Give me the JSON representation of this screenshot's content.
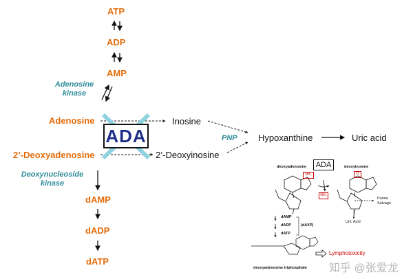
{
  "left_chain": {
    "atp": "ATP",
    "adp": "ADP",
    "amp": "AMP",
    "adenosine_kinase": "Adenosine\nkinase",
    "adenosine": "Adenosine",
    "deoxyadenosine": "2’-Deoxyadenosine",
    "deoxynucleoside_kinase": "Deoxynucleoside\nkinase",
    "damp": "dAMP",
    "dadp": "dADP",
    "datp": "dATP"
  },
  "center": {
    "ada": "ADA",
    "inosine": "Inosine",
    "deoxyinosine": "2’-Deoxyinosine",
    "pnp": "PNP",
    "hypoxanthine": "Hypoxanthine",
    "uric_acid": "Uric acid"
  },
  "inset": {
    "deoxyadenosine_label": "deoxyadenosine",
    "deoxyinosine_label": "deoxyinosine",
    "ada": "ADA",
    "nh2_top": "NH₂",
    "nh3": "NH₃",
    "o_label": "O",
    "purine_salvage": "Purine\nSalvage",
    "uric_acid": "Uric Acid",
    "damp": "dAMP",
    "dadp": "dADP",
    "datp": "dATP",
    "daxp": "(dAXP)",
    "lymphotoxicity": "Lymphotoxicity",
    "triphosphate_label": "deoxyadenosine triphosphate"
  },
  "watermark": "知乎 @张爱龙",
  "colors": {
    "metabolite": "#e46c0a",
    "enzyme": "#2e8b9a",
    "ada_text": "#1f2f8a",
    "ada_cross": "#8fd3e0",
    "toxicity": "#d00000"
  }
}
